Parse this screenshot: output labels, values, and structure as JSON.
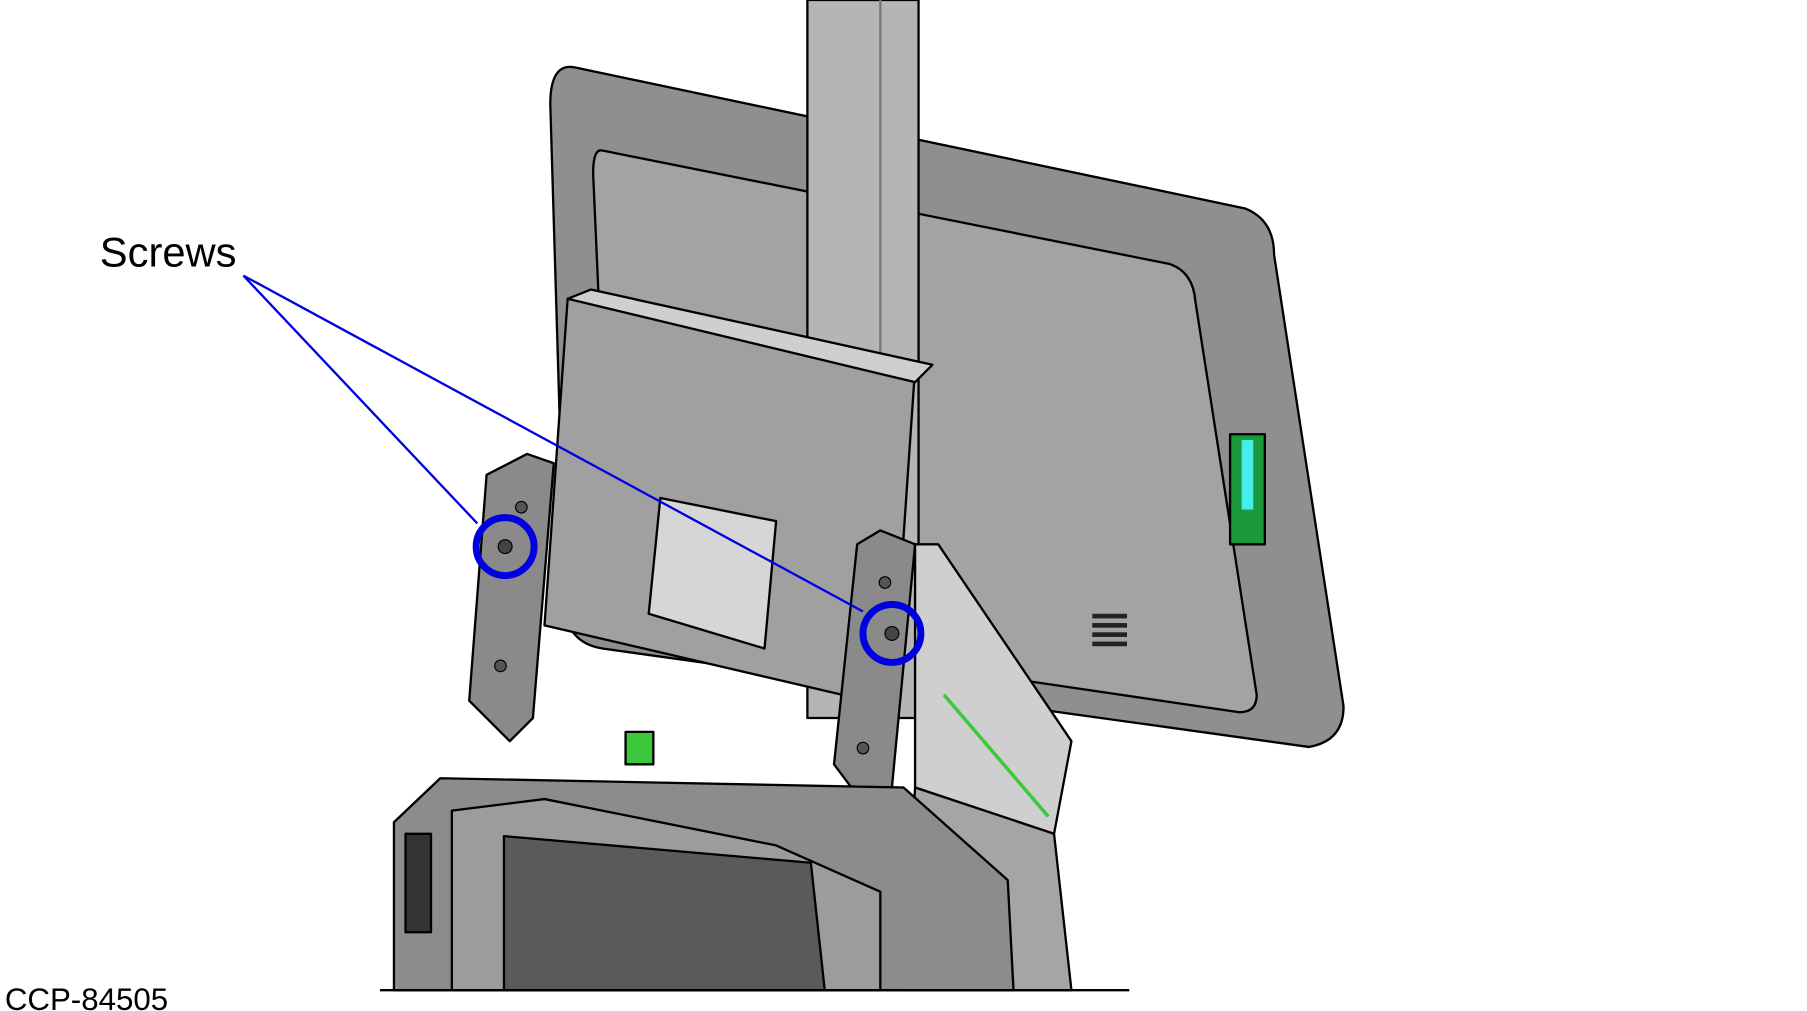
{
  "callout": {
    "label": "Screws",
    "count": 2
  },
  "figure_id": "CCP-84505",
  "colors": {
    "callout": "#0000e0",
    "body": "#9a9a9a",
    "accent": "#3cc83c"
  }
}
